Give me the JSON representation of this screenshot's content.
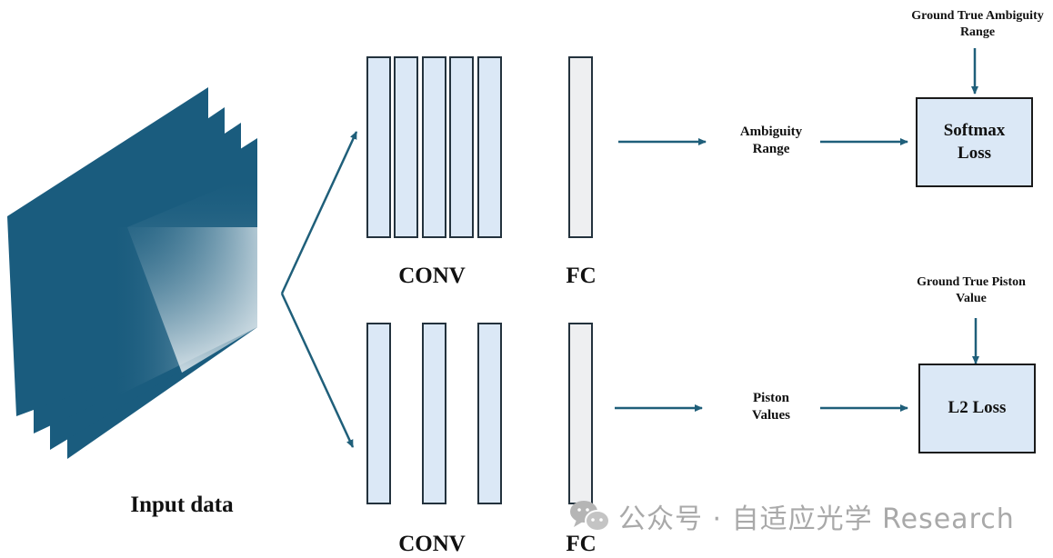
{
  "colors": {
    "arrow": "#1f5f7a",
    "conv_fill": "#dbe8f6",
    "fc_fill": "#eeeff1",
    "loss_fill": "#dbe8f6",
    "input_dark": "#1a5c7e",
    "watermark": "#a9a9a9"
  },
  "input": {
    "label": "Input data",
    "stacked_frames": 4
  },
  "branches": [
    {
      "id": "ambiguity",
      "conv_label": "CONV",
      "conv_layers": 5,
      "fc_label": "FC",
      "output_label": "Ambiguity\nRange",
      "loss_label": "Softmax\nLoss",
      "ground_truth_label": "Ground True Ambiguity\nRange"
    },
    {
      "id": "piston",
      "conv_label": "CONV",
      "conv_layers": 3,
      "fc_label": "FC",
      "output_label": "Piston\nValues",
      "loss_label": "L2 Loss",
      "ground_truth_label": "Ground True Piston\nValue"
    }
  ],
  "watermark": {
    "text": "公众号 · 自适应光学 Research",
    "icon": "wechat-icon"
  }
}
